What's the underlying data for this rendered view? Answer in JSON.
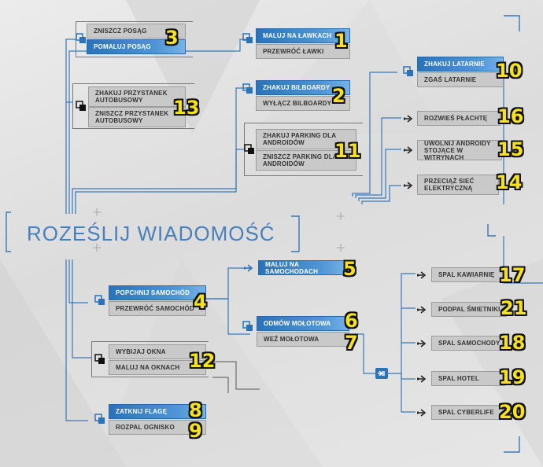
{
  "main_objective": "ROZEŚLIJ WIADOMOŚĆ",
  "colors": {
    "accent": "#2a73ba",
    "line": "#3a78b8",
    "bg": "#e0e0e0",
    "number": "#f6e21b"
  },
  "nodes": {
    "posag": {
      "opt1": "ZNISZCZ POSĄG",
      "opt2": "POMALUJ POSĄG",
      "n1": "3"
    },
    "przystanek": {
      "opt1": "ZHAKUJ PRZYSTANEK AUTOBUSOWY",
      "opt2": "ZNISZCZ PRZYSTANEK AUTOBUSOWY",
      "n1": "13"
    },
    "lawki": {
      "opt1": "MALUJ NA ŁAWKACH",
      "opt2": "PRZEWRÓĆ ŁAWKI",
      "n1": "1"
    },
    "bilboardy": {
      "opt1": "ZHAKUJ BILBOARDY",
      "opt2": "WYŁĄCZ BILBOARDY",
      "n1": "2"
    },
    "parking": {
      "opt1": "ZHAKUJ PARKING DLA ANDROIDÓW",
      "opt2": "ZNISZCZ PARKING DLA ANDROIDÓW",
      "n1": "11"
    },
    "latarnie": {
      "opt1": "ZHAKUJ LATARNIE",
      "opt2": "ZGAŚ LATARNIE",
      "n1": "10"
    },
    "plachta": {
      "opt1": "ROZWIEŚ PŁACHTĘ",
      "n1": "16"
    },
    "androidy": {
      "opt1": "UWOLNIJ ANDROIDY STOJĄCE W WITRYNACH",
      "n1": "15"
    },
    "siec": {
      "opt1": "PRZECIĄŻ SIEĆ ELEKTRYCZNĄ",
      "n1": "14"
    },
    "samochod": {
      "opt1": "POPCHNIJ SAMOCHÓD",
      "opt2": "PRZEWRÓĆ SAMOCHÓD",
      "n1": "4"
    },
    "samochodach": {
      "opt1": "MALUJ NA SAMOCHODACH",
      "n1": "5"
    },
    "okna": {
      "opt1": "WYBIJAJ OKNA",
      "opt2": "MALUJ NA OKNACH",
      "n1": "12"
    },
    "molotowa": {
      "opt1": "ODMÓW MOŁOTOWA",
      "opt2": "WEŹ MOŁOTOWA",
      "n1": "6",
      "n2": "7"
    },
    "flaga": {
      "opt1": "ZATKNIJ FLAGĘ",
      "opt2": "ROZPAL OGNISKO",
      "n1": "8",
      "n2": "9"
    },
    "kawiarnie": {
      "opt1": "SPAL KAWIARNIĘ",
      "n1": "17"
    },
    "smietniki": {
      "opt1": "PODPAL ŚMIETNIKI",
      "n1": "21"
    },
    "samochody": {
      "opt1": "SPAL SAMOCHODY",
      "n1": "18"
    },
    "hotel": {
      "opt1": "SPAL HOTEL",
      "n1": "19"
    },
    "cyberlife": {
      "opt1": "SPAL CYBERLIFE",
      "n1": "20"
    }
  }
}
